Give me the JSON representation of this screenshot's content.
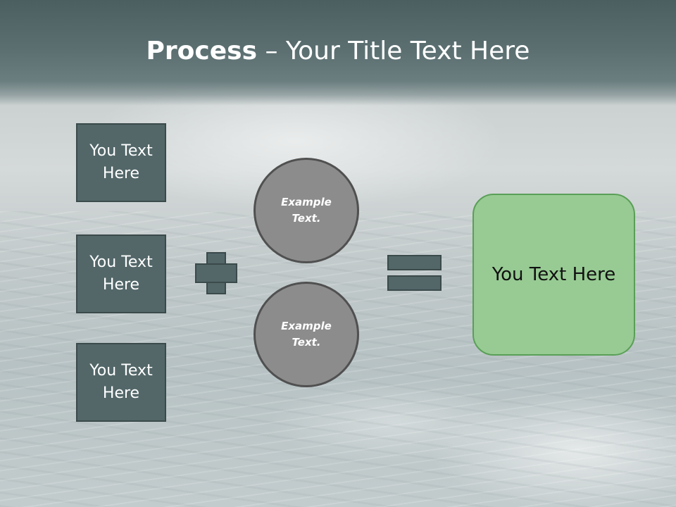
{
  "title": {
    "bold": "Process",
    "rest": " – Your Title Text Here"
  },
  "left_boxes": [
    {
      "label": "You Text Here"
    },
    {
      "label": "You Text Here"
    },
    {
      "label": "You Text Here"
    }
  ],
  "circles": [
    {
      "label": "Example Text."
    },
    {
      "label": "Example Text."
    }
  ],
  "result": {
    "label": "You Text Here"
  },
  "colors": {
    "title_bar": "#5b6f71",
    "box_fill": "#536769",
    "circle_fill": "#8c8c8c",
    "result_fill": "#97cb93",
    "result_border": "#5a9f57"
  }
}
